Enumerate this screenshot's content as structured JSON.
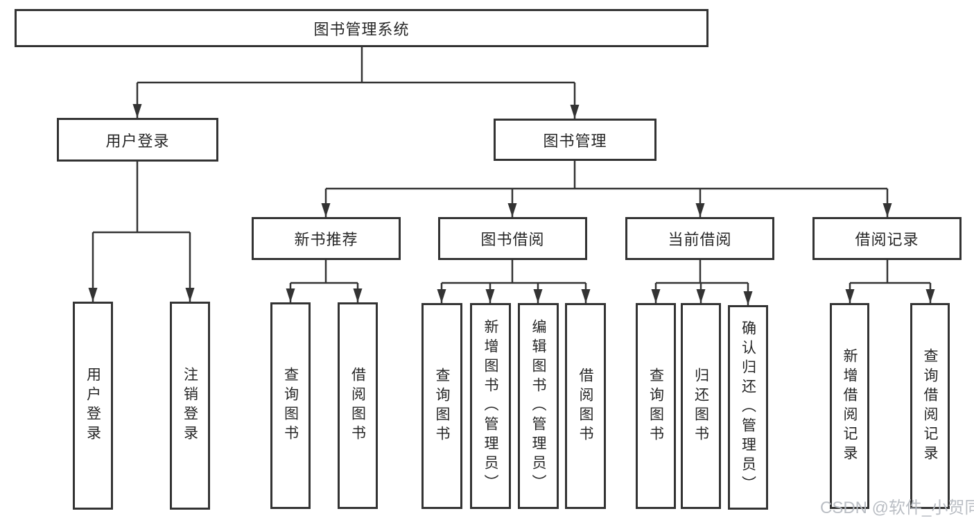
{
  "colors": {
    "line": "#333333",
    "box_border": "#333333",
    "text": "#262626",
    "background": "#ffffff",
    "watermark": "#b6bbc1"
  },
  "watermark": {
    "text": "CSDN @软件_小贺同学"
  },
  "tree": {
    "root": {
      "label": "图书管理系统"
    },
    "branches": [
      {
        "label": "用户登录",
        "children": [
          {
            "label": "用户登录"
          },
          {
            "label": "注销登录"
          }
        ]
      },
      {
        "label": "图书管理",
        "children": [
          {
            "label": "新书推荐",
            "children": [
              {
                "label": "查询图书"
              },
              {
                "label": "借阅图书"
              }
            ]
          },
          {
            "label": "图书借阅",
            "children": [
              {
                "label": "查询图书"
              },
              {
                "label": "新增图书（管理员）"
              },
              {
                "label": "编辑图书（管理员）"
              },
              {
                "label": "借阅图书"
              }
            ]
          },
          {
            "label": "当前借阅",
            "children": [
              {
                "label": "查询图书"
              },
              {
                "label": "归还图书"
              },
              {
                "label": "确认归还（管理员）"
              }
            ]
          },
          {
            "label": "借阅记录",
            "children": [
              {
                "label": "新增借阅记录"
              },
              {
                "label": "查询借阅记录"
              }
            ]
          }
        ]
      }
    ]
  }
}
